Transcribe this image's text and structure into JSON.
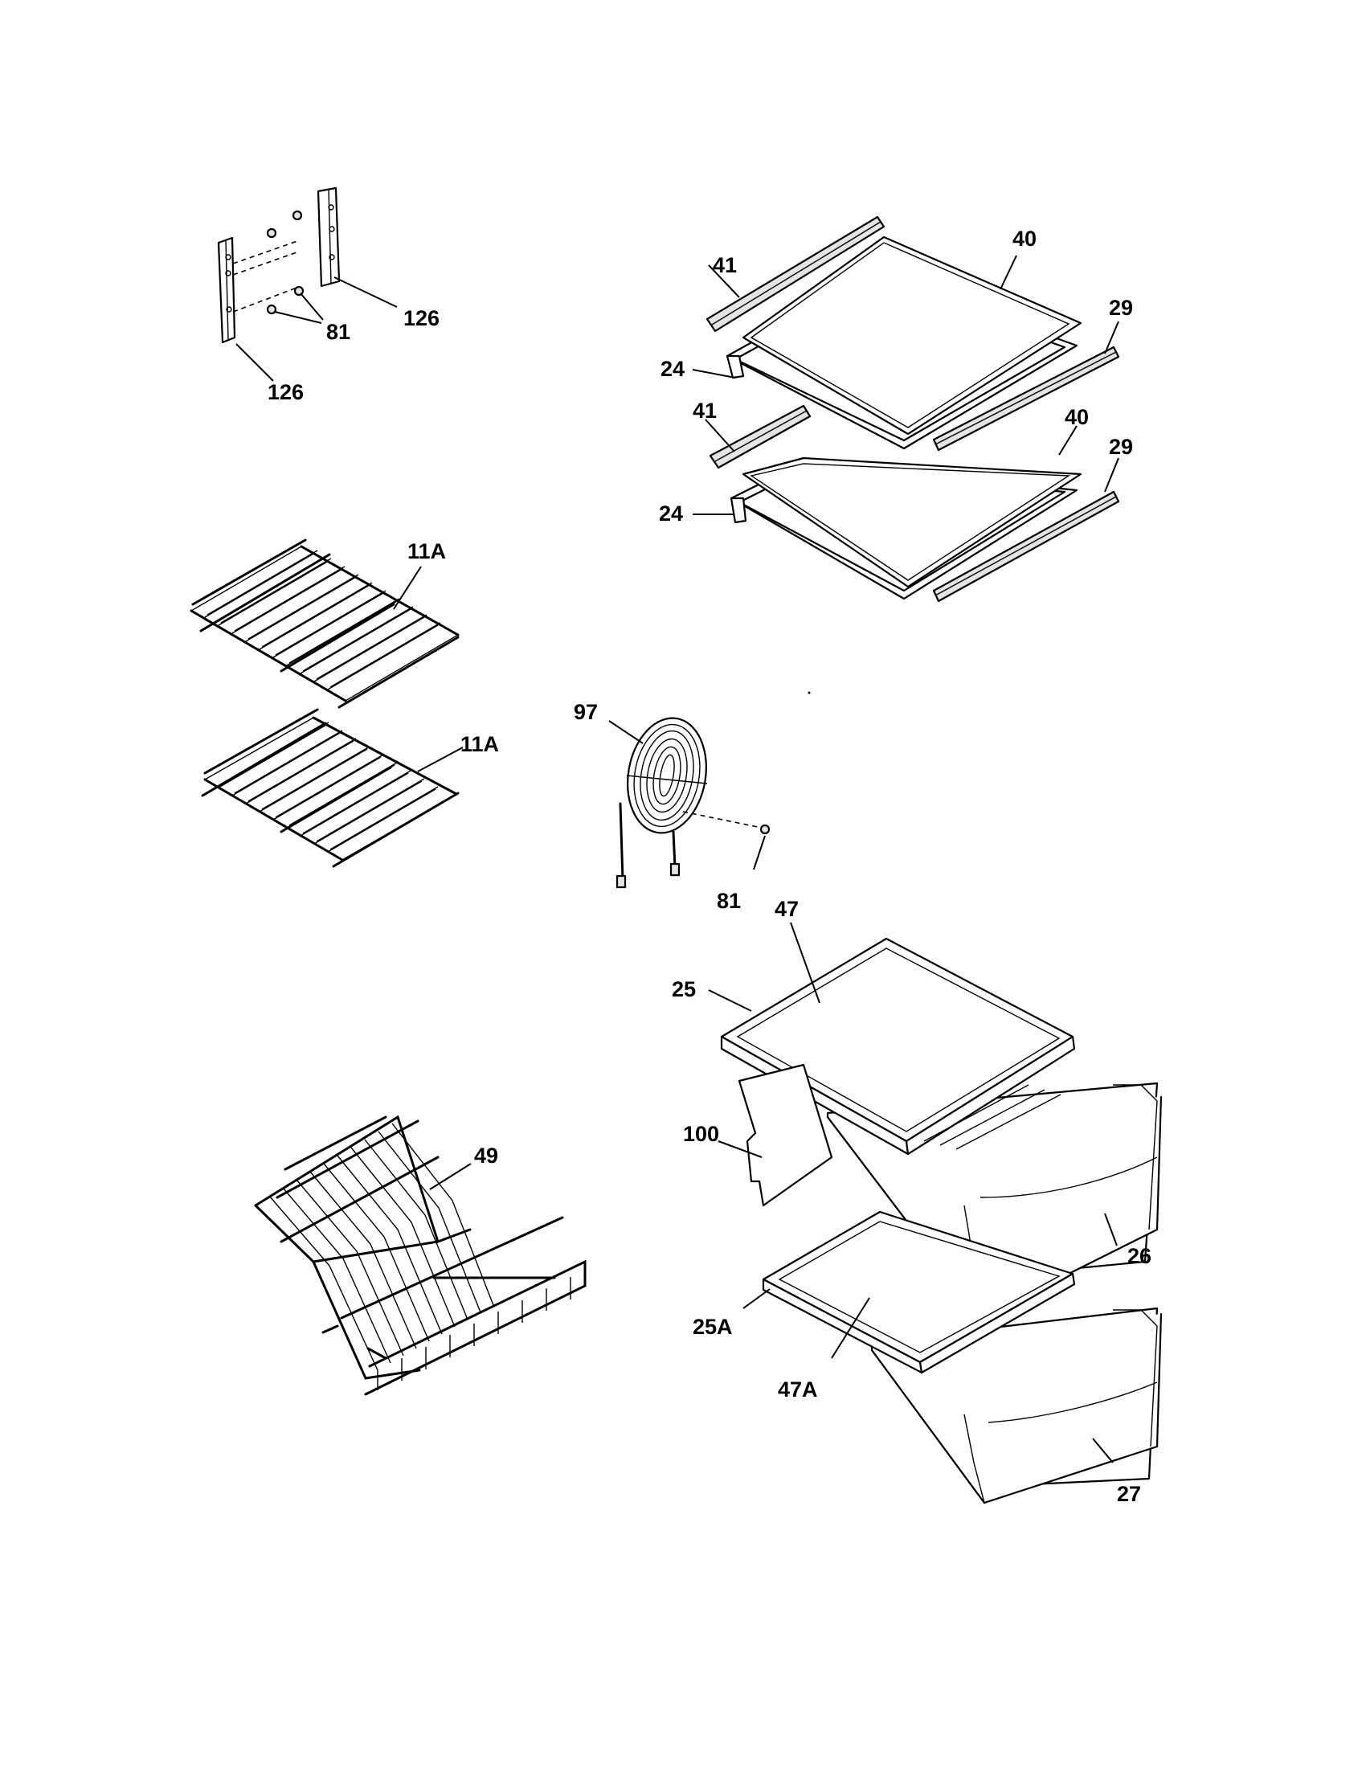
{
  "diagram": {
    "type": "exploded-parts-diagram",
    "callouts": {
      "c126a": "126",
      "c81a": "81",
      "c126b": "126",
      "c41a": "41",
      "c40a": "40",
      "c29a": "29",
      "c24a": "24",
      "c41b": "41",
      "c40b": "40",
      "c29b": "29",
      "c24b": "24",
      "c11Aa": "11A",
      "c11Ab": "11A",
      "c97": "97",
      "c81b": "81",
      "c47": "47",
      "c25": "25",
      "c100": "100",
      "c49": "49",
      "c26": "26",
      "c25A": "25A",
      "c47A": "47A",
      "c27": "27"
    }
  }
}
